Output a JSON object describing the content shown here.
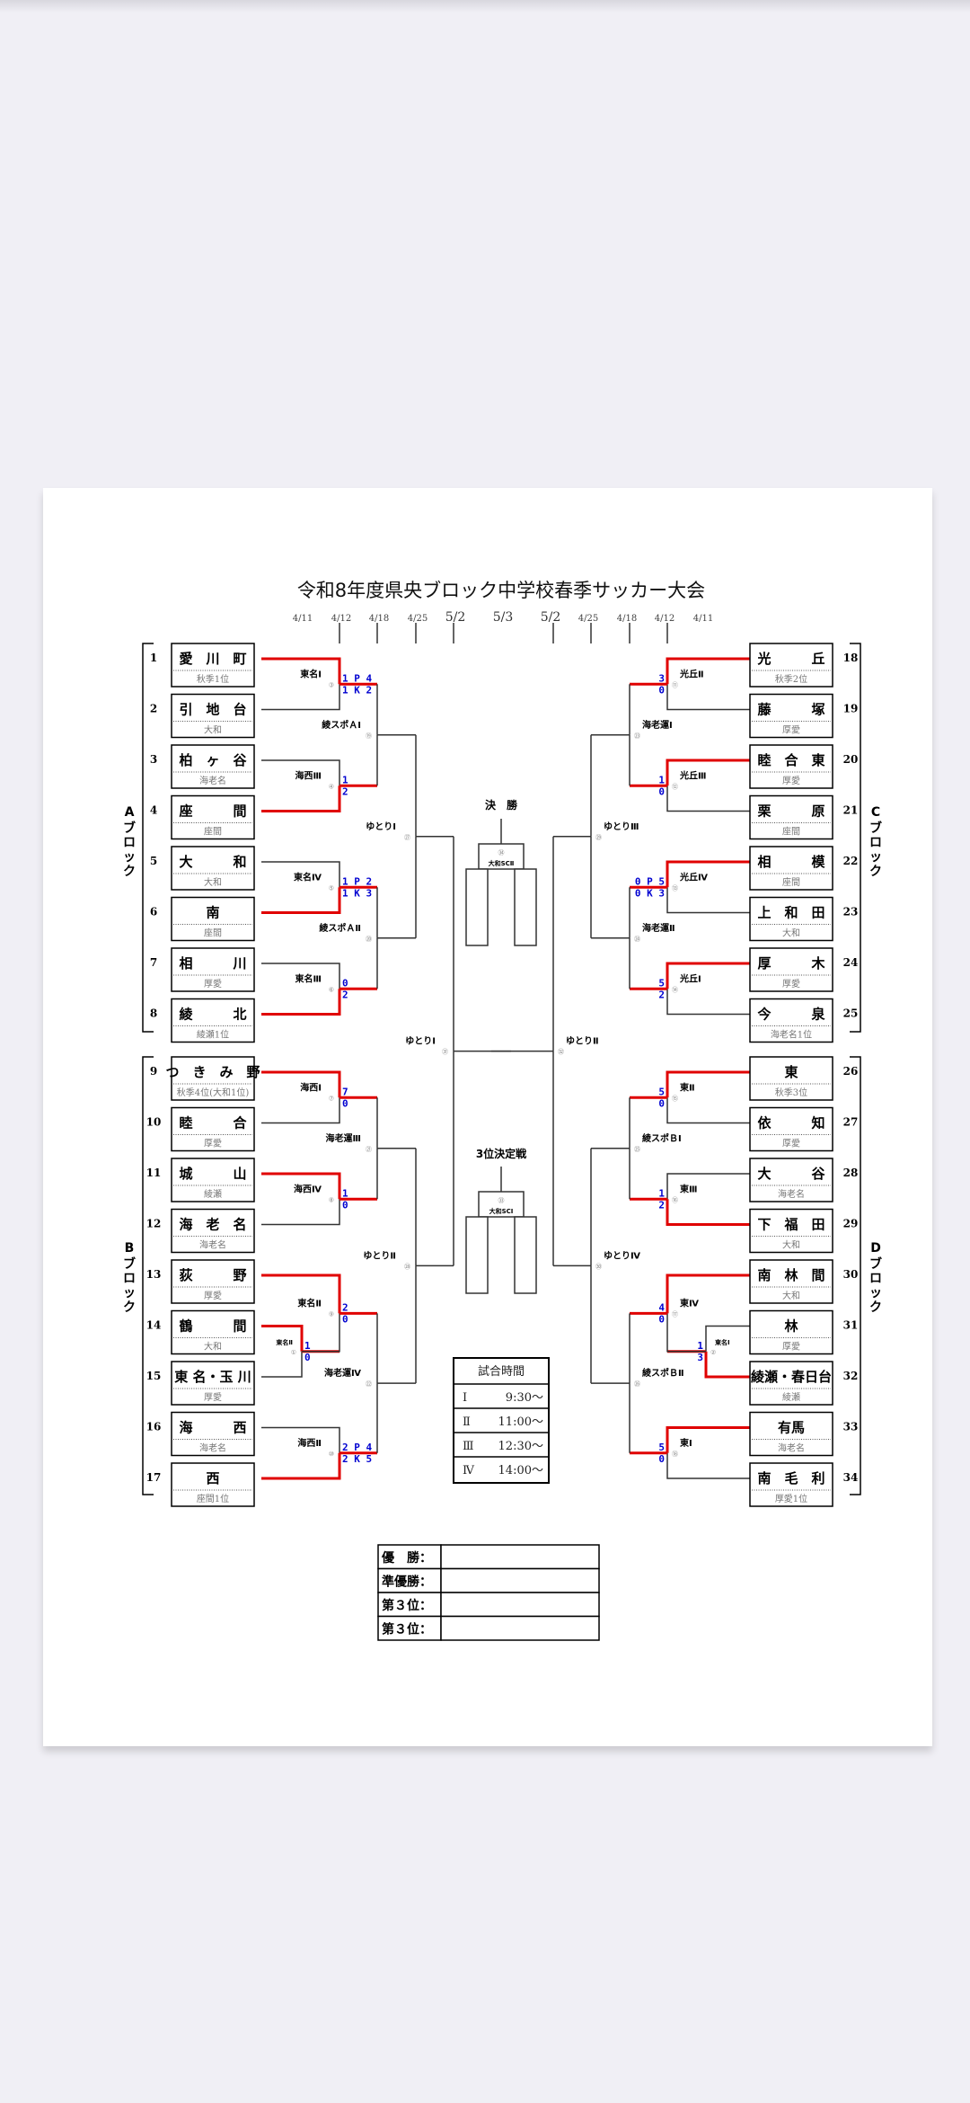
{
  "title": "令和8年度県央ブロック中学校春季サッカー大会",
  "dates": [
    "4/11",
    "4/12",
    "4/18",
    "4/25",
    "5/2",
    "5/3",
    "5/2",
    "4/25",
    "4/18",
    "4/12",
    "4/11"
  ],
  "colors": {
    "win_line": "#e00000",
    "line": "#333333",
    "score": "#0000d0",
    "sub": "#777777"
  },
  "blocks": [
    {
      "label": "A",
      "suffix": "ブロック"
    },
    {
      "label": "B",
      "suffix": "ブロック"
    },
    {
      "label": "C",
      "suffix": "ブロック"
    },
    {
      "label": "D",
      "suffix": "ブロック"
    }
  ],
  "teams": [
    {
      "no": "1",
      "name": "愛　川　町",
      "sub": "秋季1位"
    },
    {
      "no": "2",
      "name": "引　地　台",
      "sub": "大和"
    },
    {
      "no": "3",
      "name": "柏　ヶ　谷",
      "sub": "海老名"
    },
    {
      "no": "4",
      "name": "座　　　間",
      "sub": "座間"
    },
    {
      "no": "5",
      "name": "大　　　和",
      "sub": "大和"
    },
    {
      "no": "6",
      "name": "南",
      "sub": "座間"
    },
    {
      "no": "7",
      "name": "相　　　川",
      "sub": "厚愛"
    },
    {
      "no": "8",
      "name": "綾　　　北",
      "sub": "綾瀬1位"
    },
    {
      "no": "9",
      "name": "つ　き　み　野",
      "sub": "秋季4位(大和1位)"
    },
    {
      "no": "10",
      "name": "睦　　　合",
      "sub": "厚愛"
    },
    {
      "no": "11",
      "name": "城　　　山",
      "sub": "綾瀬"
    },
    {
      "no": "12",
      "name": "海　老　名",
      "sub": "海老名"
    },
    {
      "no": "13",
      "name": "荻　　　野",
      "sub": "厚愛"
    },
    {
      "no": "14",
      "name": "鶴　　　間",
      "sub": "大和"
    },
    {
      "no": "15",
      "name": "東 名・玉 川",
      "sub": "厚愛"
    },
    {
      "no": "16",
      "name": "海　　　西",
      "sub": "海老名"
    },
    {
      "no": "17",
      "name": "西",
      "sub": "座間1位"
    },
    {
      "no": "18",
      "name": "光　　　丘",
      "sub": "秋季2位"
    },
    {
      "no": "19",
      "name": "藤　　　塚",
      "sub": "厚愛"
    },
    {
      "no": "20",
      "name": "睦　合　東",
      "sub": "厚愛"
    },
    {
      "no": "21",
      "name": "栗　　　原",
      "sub": "座間"
    },
    {
      "no": "22",
      "name": "相　　　模",
      "sub": "座間"
    },
    {
      "no": "23",
      "name": "上　和　田",
      "sub": "大和"
    },
    {
      "no": "24",
      "name": "厚　　　木",
      "sub": "厚愛"
    },
    {
      "no": "25",
      "name": "今　　　泉",
      "sub": "海老名1位"
    },
    {
      "no": "26",
      "name": "東",
      "sub": "秋季3位"
    },
    {
      "no": "27",
      "name": "依　　　知",
      "sub": "厚愛"
    },
    {
      "no": "28",
      "name": "大　　　谷",
      "sub": "海老名"
    },
    {
      "no": "29",
      "name": "下　福　田",
      "sub": "大和"
    },
    {
      "no": "30",
      "name": "南　林　間",
      "sub": "大和"
    },
    {
      "no": "31",
      "name": "林",
      "sub": "厚愛"
    },
    {
      "no": "32",
      "name": "綾瀬・春日台",
      "sub": "綾瀬"
    },
    {
      "no": "33",
      "name": "有馬",
      "sub": "海老名"
    },
    {
      "no": "34",
      "name": "南　毛　利",
      "sub": "厚愛1位"
    }
  ],
  "matches": [
    {
      "id": "m1",
      "no": "①",
      "venue": "東名Ⅱ",
      "score_top": "1",
      "score_bot": "0",
      "winner": "top"
    },
    {
      "id": "m2",
      "no": "②",
      "venue": "東名Ⅰ",
      "score_top": "1",
      "score_bot": "3",
      "winner": "bottom"
    },
    {
      "id": "m3",
      "no": "③",
      "venue": "東名Ⅰ",
      "score_top": "1 P 4",
      "score_bot": "1 K 2",
      "winner": "top"
    },
    {
      "id": "m4",
      "no": "④",
      "venue": "海西Ⅲ",
      "score_top": "1",
      "score_bot": "2",
      "winner": "bottom"
    },
    {
      "id": "m5",
      "no": "⑤",
      "venue": "東名Ⅳ",
      "score_top": "1 P 2",
      "score_bot": "1 K 3",
      "winner": "bottom"
    },
    {
      "id": "m6",
      "no": "⑥",
      "venue": "東名Ⅲ",
      "score_top": "0",
      "score_bot": "2",
      "winner": "bottom"
    },
    {
      "id": "m7",
      "no": "⑦",
      "venue": "海西Ⅰ",
      "score_top": "7",
      "score_bot": "0",
      "winner": "top"
    },
    {
      "id": "m8",
      "no": "⑧",
      "venue": "海西Ⅳ",
      "score_top": "1",
      "score_bot": "0",
      "winner": "top"
    },
    {
      "id": "m9",
      "no": "⑨",
      "venue": "東名Ⅱ",
      "score_top": "2",
      "score_bot": "0",
      "winner": "top"
    },
    {
      "id": "m10",
      "no": "⑩",
      "venue": "海西Ⅱ",
      "score_top": "2 P 4",
      "score_bot": "2 K 5",
      "winner": "bottom"
    },
    {
      "id": "m11",
      "no": "⑪",
      "venue": "光丘Ⅱ",
      "score_top": "3",
      "score_bot": "0",
      "winner": "top"
    },
    {
      "id": "m12",
      "no": "⑫",
      "venue": "光丘Ⅲ",
      "score_top": "1",
      "score_bot": "0",
      "winner": "top"
    },
    {
      "id": "m13",
      "no": "⑬",
      "venue": "光丘Ⅳ",
      "score_top": "0 P 5",
      "score_bot": "0 K 3",
      "winner": "top"
    },
    {
      "id": "m14",
      "no": "⑭",
      "venue": "光丘Ⅰ",
      "score_top": "5",
      "score_bot": "2",
      "winner": "top"
    },
    {
      "id": "m15",
      "no": "⑮",
      "venue": "東Ⅱ",
      "score_top": "5",
      "score_bot": "0",
      "winner": "top"
    },
    {
      "id": "m16",
      "no": "⑯",
      "venue": "東Ⅲ",
      "score_top": "1",
      "score_bot": "2",
      "winner": "bottom"
    },
    {
      "id": "m17",
      "no": "⑰",
      "venue": "東Ⅳ",
      "score_top": "4",
      "score_bot": "0",
      "winner": "top"
    },
    {
      "id": "m18",
      "no": "⑱",
      "venue": "東Ⅰ",
      "score_top": "5",
      "score_bot": "0",
      "winner": "top"
    },
    {
      "id": "m19",
      "no": "⑲",
      "venue": "綾スポＡⅠ",
      "score_top": "",
      "score_bot": "",
      "winner": ""
    },
    {
      "id": "m20",
      "no": "⑳",
      "venue": "綾スポＡⅡ",
      "score_top": "",
      "score_bot": "",
      "winner": ""
    },
    {
      "id": "m21",
      "no": "㉑",
      "venue": "海老運Ⅲ",
      "score_top": "",
      "score_bot": "",
      "winner": ""
    },
    {
      "id": "m22",
      "no": "㉒",
      "venue": "海老運Ⅳ",
      "score_top": "",
      "score_bot": "",
      "winner": ""
    },
    {
      "id": "m23",
      "no": "㉓",
      "venue": "海老運Ⅰ",
      "score_top": "",
      "score_bot": "",
      "winner": ""
    },
    {
      "id": "m24",
      "no": "㉔",
      "venue": "海老運Ⅱ",
      "score_top": "",
      "score_bot": "",
      "winner": ""
    },
    {
      "id": "m25",
      "no": "㉕",
      "venue": "綾スポＢⅠ",
      "score_top": "",
      "score_bot": "",
      "winner": ""
    },
    {
      "id": "m26",
      "no": "㉖",
      "venue": "綾スポＢⅡ",
      "score_top": "",
      "score_bot": "",
      "winner": ""
    },
    {
      "id": "m27",
      "no": "㉗",
      "venue": "ゆとりⅠ",
      "score_top": "",
      "score_bot": "",
      "winner": ""
    },
    {
      "id": "m28",
      "no": "㉘",
      "venue": "ゆとりⅡ",
      "score_top": "",
      "score_bot": "",
      "winner": ""
    },
    {
      "id": "m29",
      "no": "㉙",
      "venue": "ゆとりⅢ",
      "score_top": "",
      "score_bot": "",
      "winner": ""
    },
    {
      "id": "m30",
      "no": "㉚",
      "venue": "ゆとりⅣ",
      "score_top": "",
      "score_bot": "",
      "winner": ""
    },
    {
      "id": "m31",
      "no": "㉛",
      "venue": "ゆとりⅠ",
      "score_top": "",
      "score_bot": "",
      "winner": ""
    },
    {
      "id": "m32",
      "no": "㉜",
      "venue": "ゆとりⅡ",
      "score_top": "",
      "score_bot": "",
      "winner": ""
    },
    {
      "id": "m33",
      "no": "㉝",
      "venue": "大和SCⅠ",
      "score_top": "",
      "score_bot": "",
      "winner": ""
    },
    {
      "id": "m34",
      "no": "㉞",
      "venue": "大和SCⅡ",
      "score_top": "",
      "score_bot": "",
      "winner": ""
    }
  ],
  "final": {
    "heading": "決　勝"
  },
  "third_place": {
    "heading": "3位決定戦"
  },
  "schedule": {
    "heading": "試合時間",
    "rows": [
      {
        "period": "Ⅰ",
        "time": "9:30～"
      },
      {
        "period": "Ⅱ",
        "time": "11:00～"
      },
      {
        "period": "Ⅲ",
        "time": "12:30～"
      },
      {
        "period": "Ⅳ",
        "time": "14:00～"
      }
    ]
  },
  "results": [
    {
      "label": "優　勝：",
      "value": ""
    },
    {
      "label": "準優勝：",
      "value": ""
    },
    {
      "label": "第３位：",
      "value": ""
    },
    {
      "label": "第３位：",
      "value": ""
    }
  ]
}
